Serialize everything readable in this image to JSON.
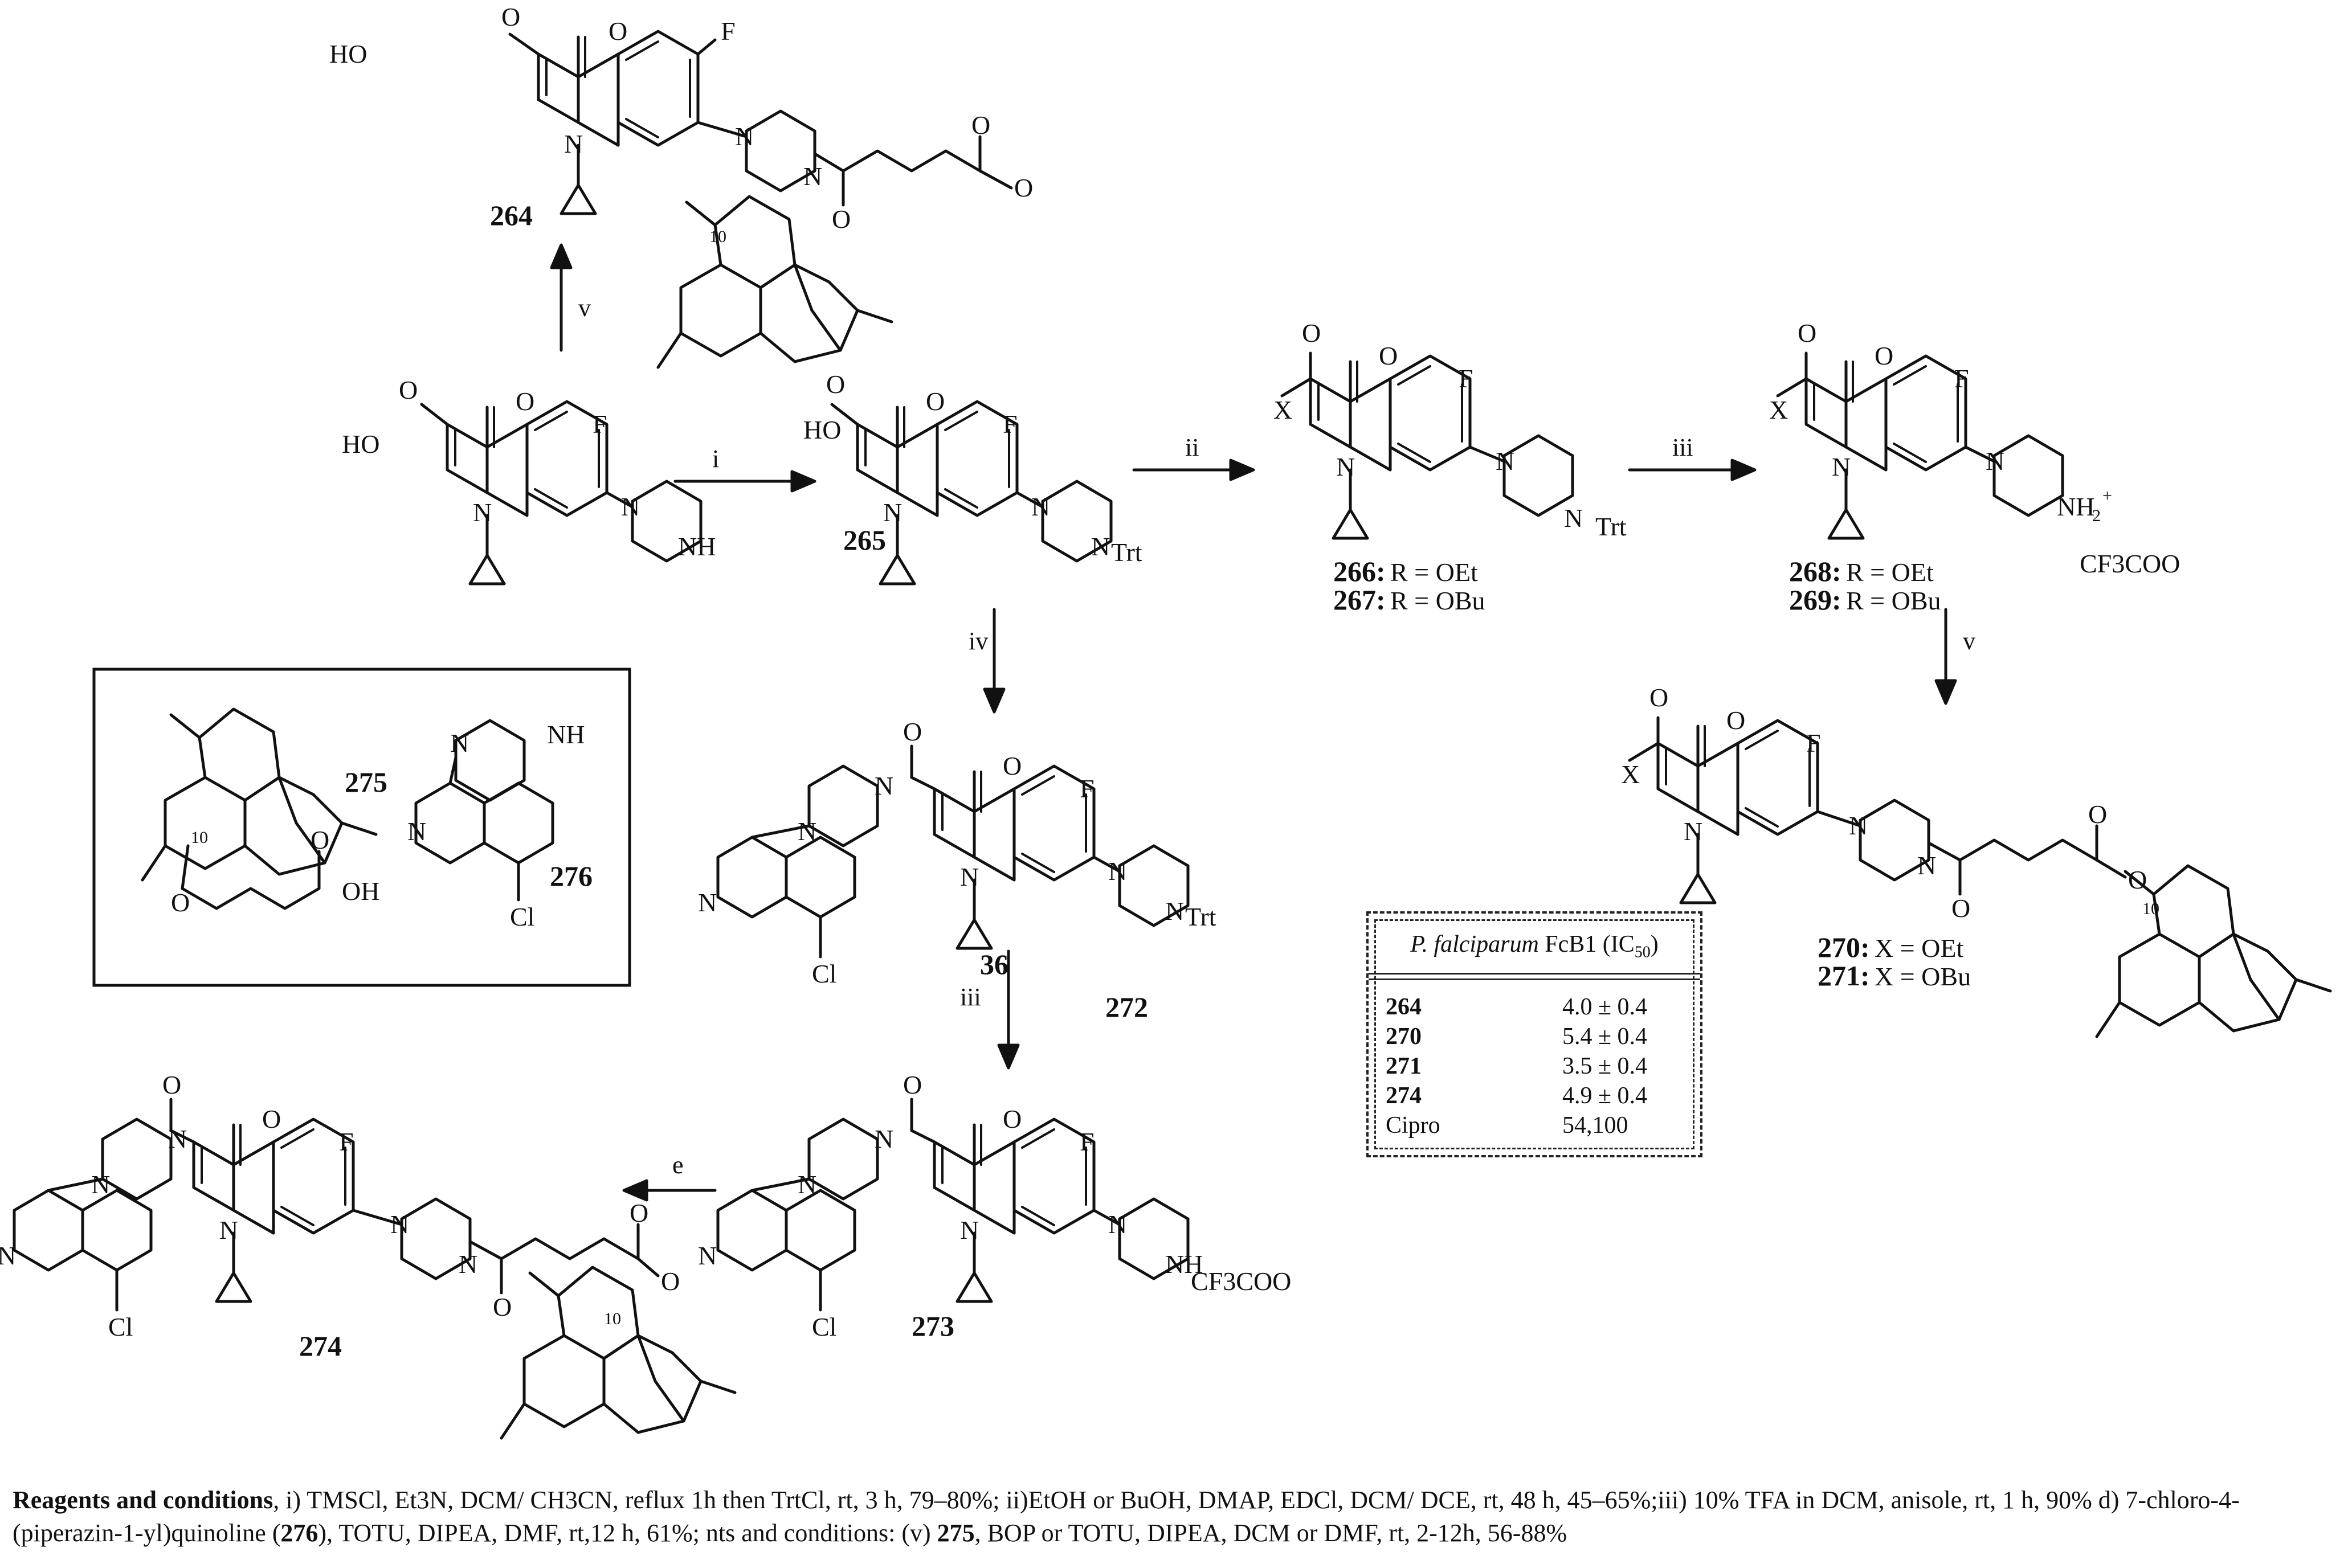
{
  "atoms": {
    "O": "O",
    "OH": "OH",
    "HO": "HO",
    "F": "F",
    "N": "N",
    "NH": "NH",
    "Cl": "Cl",
    "X": "X",
    "Trt": "Trt",
    "NH2plus": "NH",
    "ten": "10"
  },
  "counterion": "CF3COO",
  "compounds": {
    "c264": "264",
    "c265": "265",
    "c266": "266:",
    "c267": "267:",
    "c268": "268:",
    "c269": "269:",
    "c270": "270:",
    "c271": "271:",
    "c272": "272",
    "c273": "273",
    "c274": "274",
    "c275": "275",
    "c276": "276",
    "c36": "36"
  },
  "substituents": {
    "r266": "R = OEt",
    "r267": "R = OBu",
    "r268": "R = OEt",
    "r269": "R = OBu",
    "x270": "X = OEt",
    "x271": "X = OBu"
  },
  "steps": {
    "i": "i",
    "ii": "ii",
    "iii_top": "iii",
    "iv": "iv",
    "iii_mid": "iii",
    "v_up": "v",
    "v_right": "v",
    "e": "e"
  },
  "ic50_table": {
    "header_species": "P. falciparum",
    "header_rest": "FcB1 (IC",
    "header_sub": "50",
    "rows": [
      {
        "compound": "264",
        "value": "4.0 ± 0.4"
      },
      {
        "compound": "270",
        "value": "5.4 ± 0.4"
      },
      {
        "compound": "271",
        "value": "3.5 ± 0.4"
      },
      {
        "compound": "274",
        "value": "4.9 ± 0.4"
      },
      {
        "compound": "Cipro",
        "value": "54,100"
      }
    ]
  },
  "reagents": {
    "heading": "Reagents and conditions",
    "part1": ", i) TMSCl, Et3N, DCM/ CH3CN, reflux 1h then TrtCl, rt, 3 h, 79–80%; ii)EtOH or BuOH, DMAP, EDCl, DCM/ DCE, rt, 48 h, 45–65%;iii) 10% TFA in DCM, anisole, rt, 1 h, 90% d) 7-chloro-4-(piperazin-1-yl)quinoline (",
    "bold1": "276",
    "part2": "), TOTU, DIPEA, DMF, rt,12 h, 61%; nts and conditions: (v) ",
    "bold2": "275",
    "part3": ", BOP or TOTU, DIPEA, DCM or DMF, rt, 2-12h, 56-88%"
  }
}
